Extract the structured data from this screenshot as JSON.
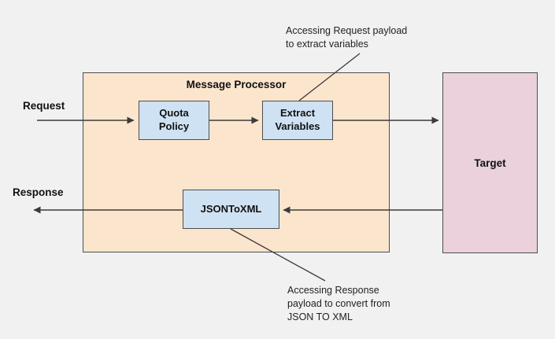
{
  "diagram": {
    "title": "Message Processor",
    "flow_labels": {
      "request": "Request",
      "response": "Response"
    },
    "nodes": {
      "quota_policy": {
        "label": "Quota\nPolicy",
        "fill": "#cfe2f3"
      },
      "extract_variables": {
        "label": "Extract\nVariables",
        "fill": "#cfe2f3"
      },
      "json_to_xml": {
        "label": "JSONToXML",
        "fill": "#cfe2f3"
      },
      "target": {
        "label": "Target",
        "fill": "#ead1dc"
      }
    },
    "annotations": {
      "request_note": "Accessing Request payload\nto extract variables",
      "response_note": "Accessing Response\npayload to convert from\nJSON TO XML"
    },
    "colors": {
      "processor_fill": "#fce5cd",
      "box_border": "#4d4d4d",
      "connector": "#3b3b3b",
      "background": "#f1f1f1"
    }
  }
}
